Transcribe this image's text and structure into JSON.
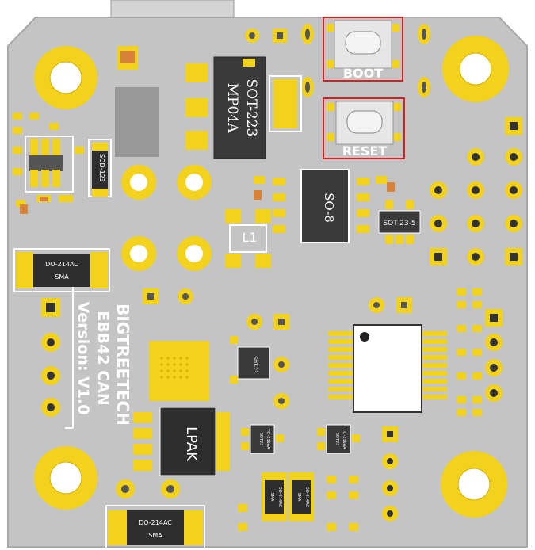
{
  "colors": {
    "board": "#c4c4c4",
    "board_edge": "#a8a8a8",
    "pad_gold": "#f2d21c",
    "pad_gold_dark": "#d4b000",
    "chip_dark": "#3a3a3a",
    "silk_white": "#ffffff",
    "highlight_red": "#d92020",
    "button_body": "#e6e6e6"
  },
  "buttons": {
    "boot_label": "BOOT",
    "reset_label": "RESET"
  },
  "silkscreen": {
    "brand": "BIGTREETECH",
    "model": "EBB42 CAN",
    "version": "Version: V1.0",
    "inductor": "L1"
  },
  "chips": {
    "regulator_pkg": "SOT-223",
    "regulator_part": "MP04A",
    "soic_pkg": "SO-8",
    "sot23_5_pkg": "SOT-23-5",
    "diode_top_left": "SMA",
    "diode_top_left_part": "DO-214AC",
    "diode_bottom": "SMA",
    "diode_bottom_part": "DO-214AC",
    "lpak_pkg": "LPAK",
    "sod_pkg": "SOD-123",
    "mosfet_left": "SOT23",
    "mosfet_left_part": "TO-236AA",
    "mosfet_right": "SOT23",
    "mosfet_right_part": "TO-236AA",
    "small_sot": "SOT-23",
    "diode_small_1": "SMA",
    "diode_small_1_part": "DO-214AC",
    "diode_small_2": "SMA",
    "diode_small_2_part": "DO-214AC"
  }
}
